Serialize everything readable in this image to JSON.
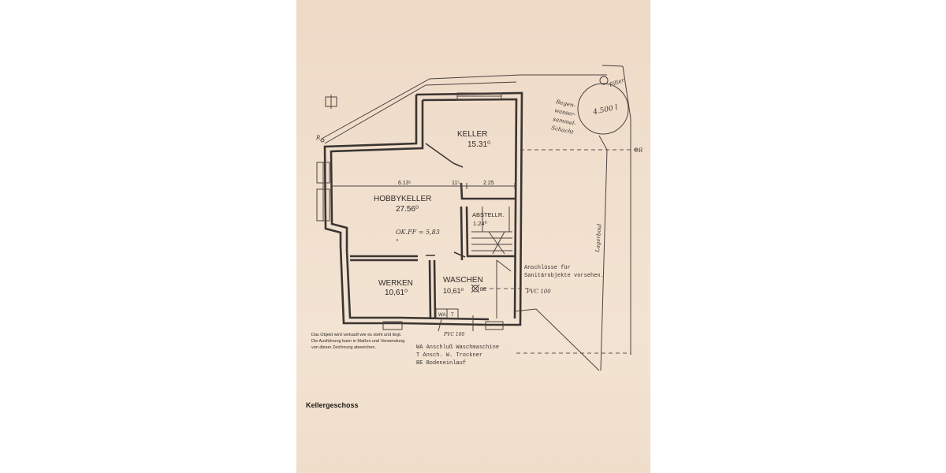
{
  "rooms": {
    "keller": {
      "name": "KELLER",
      "area": "15.31⁰"
    },
    "hobbykeller": {
      "name": "HOBBYKELLER",
      "area": "27.56⁰",
      "dim_left": "6.13⁵",
      "dim_mid": "11⁵",
      "dim_right": "2.25",
      "note": "OK.FF = 5,83"
    },
    "abstellr": {
      "name": "ABSTELLR.",
      "area": "1.24⁰"
    },
    "werken": {
      "name": "WERKEN",
      "area": "10,61⁰"
    },
    "waschen": {
      "name": "WASCHEN",
      "area": "10,61⁰"
    }
  },
  "tank": {
    "label_lines": [
      "Regen-",
      "wasser-",
      "sammel-",
      "Schacht"
    ],
    "volume": "4.500 l",
    "filter": "Filter"
  },
  "marker_r": "R",
  "slope_label": "Lagerboul",
  "sanitary_note": [
    "Anschlüsse für",
    "Sanitärobjekte vorsehen."
  ],
  "pipe_labels": {
    "east": "PVC 100",
    "south": "PVC 100"
  },
  "fixture_labels": {
    "wa": "WA",
    "t": "T",
    "be": "BE"
  },
  "legend": [
    "WA  Anschluß Waschmaschine",
    "T    Ansch. W. Trockner",
    "BE  Bodeneinlauf"
  ],
  "disclaimer": [
    "Das Objekt wird verkauft wie es steht und liegt.",
    "Die Ausführung kann in Maßen und Verwendung",
    "von dieser Zeichnung abweichen."
  ],
  "caption": "Kellergeschoss"
}
